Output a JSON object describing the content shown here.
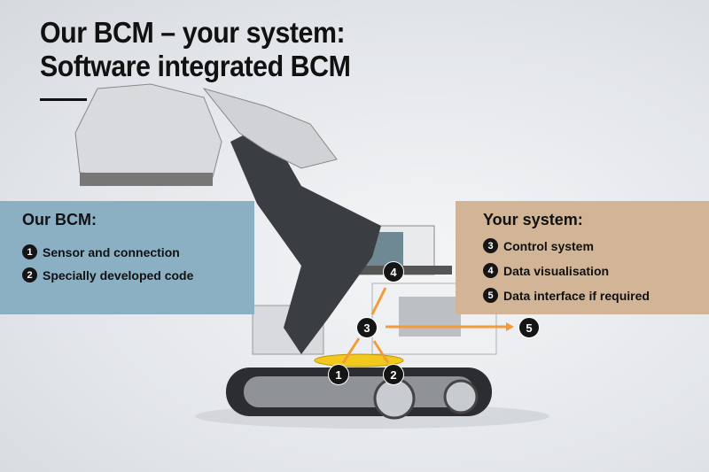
{
  "title": {
    "line1": "Our BCM – your system:",
    "line2": "Software integrated BCM"
  },
  "our_bcm": {
    "heading": "Our BCM:",
    "items": [
      {
        "num": "1",
        "label": "Sensor and connection"
      },
      {
        "num": "2",
        "label": "Specially developed code"
      }
    ]
  },
  "your_system": {
    "heading": "Your system:",
    "items": [
      {
        "num": "3",
        "label": "Control system"
      },
      {
        "num": "4",
        "label": "Data visualisation"
      },
      {
        "num": "5",
        "label": "Data interface if required"
      }
    ]
  },
  "markers": [
    "1",
    "2",
    "3",
    "4",
    "5"
  ],
  "colors": {
    "our_bcm_box": "#8bb0c4",
    "your_system_box": "#d1b596",
    "arrow": "#f39a3a",
    "ring": "#f2c81c"
  }
}
